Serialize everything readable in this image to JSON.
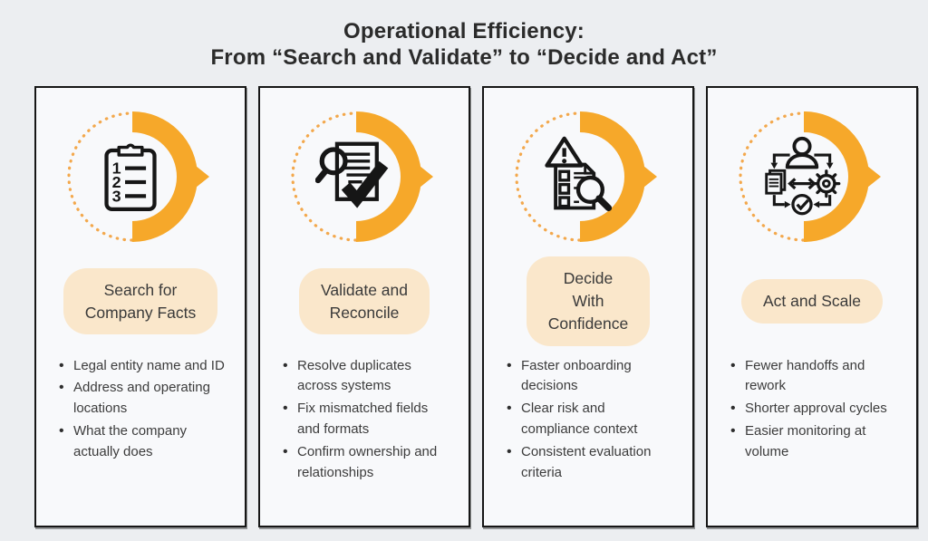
{
  "title": {
    "line1": "Operational Efficiency:",
    "line2": "From “Search and Validate” to “Decide and Act”"
  },
  "colors": {
    "page_bg": "#ECEEF1",
    "card_bg": "#F8F9FB",
    "badge_bg": "#FAE7CB",
    "accent": "#F6A82A",
    "accent_light": "#F3A84C",
    "border": "#161616",
    "text": "#3C3C3C",
    "title": "#2B2B2B"
  },
  "cards": [
    {
      "icon": "clipboard-numbered-list-icon",
      "title": "Search for\nCompany Facts",
      "bullets": [
        "Legal entity name and ID",
        "Address and operating locations",
        "What the company actually does"
      ],
      "clipboard_numbers": [
        "1",
        "2",
        "3"
      ]
    },
    {
      "icon": "document-magnifier-check-icon",
      "title": "Validate and\nReconcile",
      "bullets": [
        "Resolve duplicates across systems",
        "Fix mismatched fields and formats",
        "Confirm ownership and relationships"
      ]
    },
    {
      "icon": "alert-checklist-magnifier-icon",
      "title": "Decide\nWith\nConfidence",
      "bullets": [
        "Faster onboarding decisions",
        "Clear risk and compliance context",
        "Consistent evaluation criteria"
      ]
    },
    {
      "icon": "person-workflow-icon",
      "title": "Act and Scale",
      "bullets": [
        "Fewer handoffs and rework",
        "Shorter approval cycles",
        "Easier monitoring at volume"
      ]
    }
  ]
}
